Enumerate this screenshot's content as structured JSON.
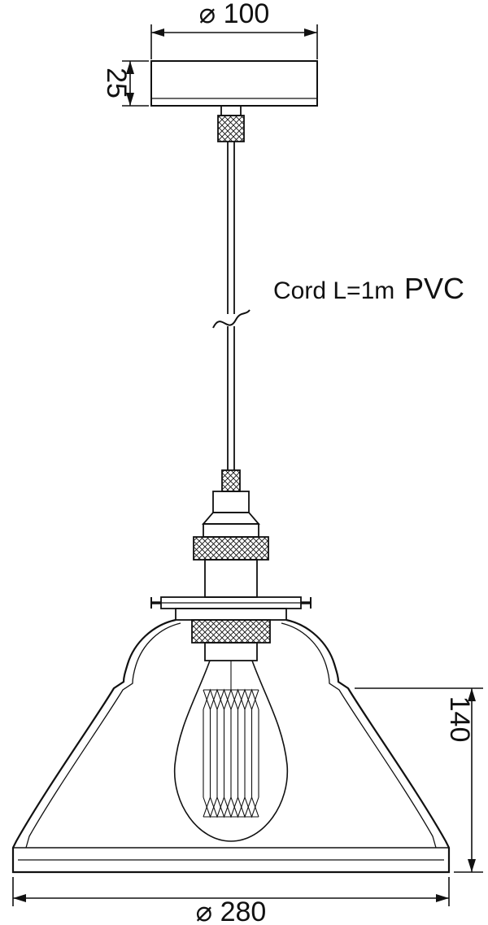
{
  "diagram": {
    "colors": {
      "background": "#ffffff",
      "line": "#111111"
    },
    "labels": {
      "canopy_diameter": "⌀ 100",
      "canopy_height": "25",
      "cord_note": "Cord L=1m",
      "cord_material": "PVC",
      "shade_height": "140",
      "shade_diameter": "⌀ 280"
    }
  }
}
